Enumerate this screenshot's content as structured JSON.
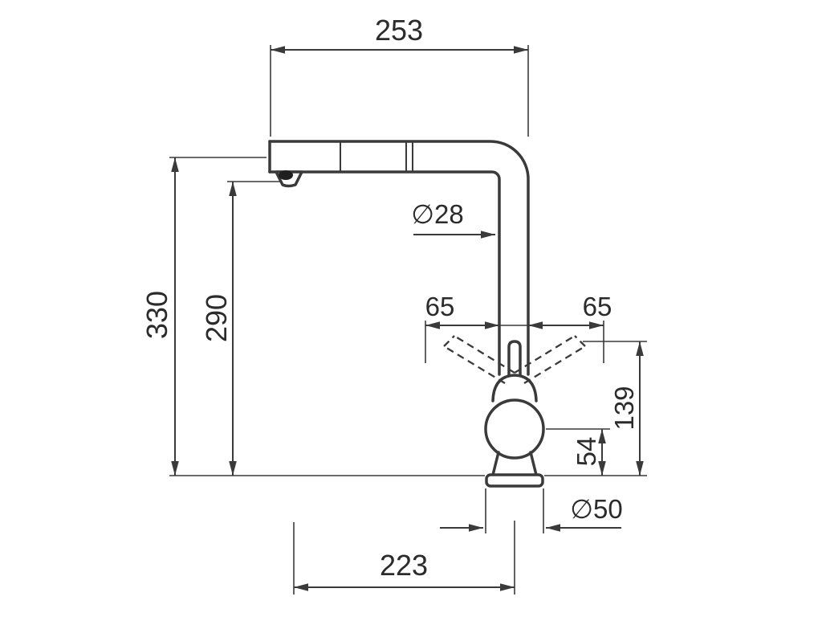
{
  "drawing": {
    "subject": "faucet-dimension-diagram",
    "background_color": "#ffffff",
    "line_color": "#3a3a3a",
    "labels": {
      "spout_width": "253",
      "overall_height": "330",
      "spout_height": "290",
      "spout_tube_diameter": "∅28",
      "handle_clearance_left": "65",
      "handle_clearance_right": "65",
      "handle_height": "139",
      "body_height": "54",
      "base_diameter": "∅50",
      "spout_reach": "223"
    }
  }
}
